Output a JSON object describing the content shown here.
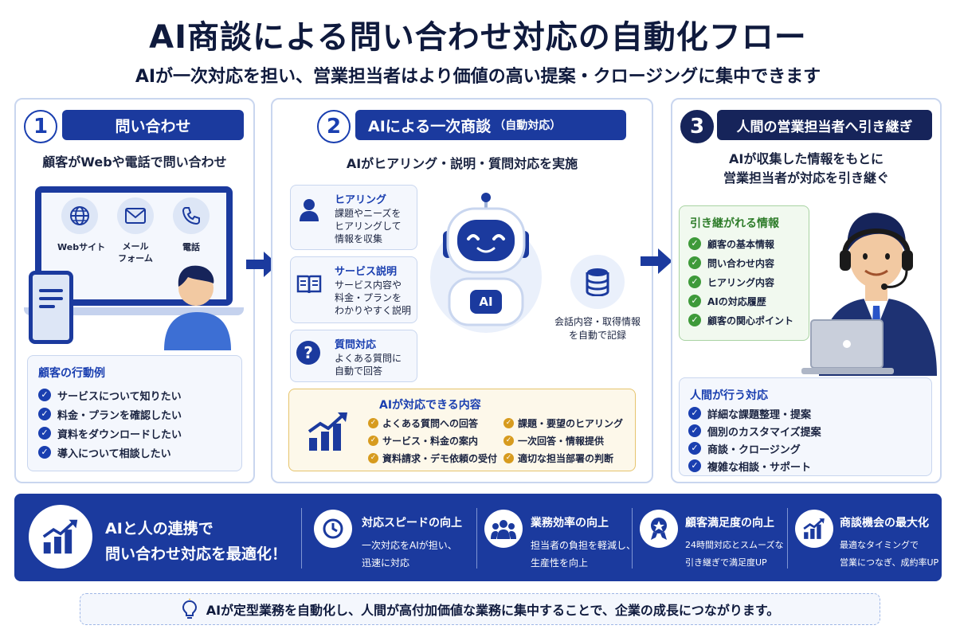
{
  "title": "AI商談による問い合わせ対応の自動化フロー",
  "subtitle": "AIが一次対応を担い、営業担当者はより価値の高い提案・クロージングに集中できます",
  "step1": {
    "num": "1",
    "header": "問い合わせ",
    "lead": "顧客がWebや電話で問い合わせ",
    "channels": [
      "Webサイト",
      "メール\nフォーム",
      "電話"
    ],
    "behavior_title": "顧客の行動例",
    "behavior_items": [
      "サービスについて知りたい",
      "料金・プランを確認したい",
      "資料をダウンロードしたい",
      "導入について相談したい"
    ]
  },
  "step2": {
    "num": "2",
    "header": "AIによる一次商談",
    "header_sub": "（自動対応）",
    "lead": "AIがヒアリング・説明・質問対応を実施",
    "cards": [
      {
        "title": "ヒアリング",
        "text": "課題やニーズを\nヒアリングして\n情報を収集",
        "icon": "person-icon"
      },
      {
        "title": "サービス説明",
        "text": "サービス内容や\n料金・プランを\nわかりやすく説明",
        "icon": "book-icon"
      },
      {
        "title": "質問対応",
        "text": "よくある質問に\n自動で回答",
        "icon": "question-icon"
      }
    ],
    "robot_label": "AI",
    "record_text": "会話内容・取得情報\nを自動で記録",
    "capability_title": "AIが対応できる内容",
    "capabilities_left": [
      "よくある質問への回答",
      "サービス・料金の案内",
      "資料請求・デモ依頼の受付"
    ],
    "capabilities_right": [
      "課題・要望のヒアリング",
      "一次回答・情報提供",
      "適切な担当部署の判断"
    ]
  },
  "step3": {
    "num": "3",
    "header": "人間の営業担当者へ引き継ぎ",
    "lead": "AIが収集した情報をもとに\n営業担当者が対応を引き継ぐ",
    "handover_title": "引き継がれる情報",
    "handover_items": [
      "顧客の基本情報",
      "問い合わせ内容",
      "ヒアリング内容",
      "AIの対応履歴",
      "顧客の関心ポイント"
    ],
    "human_title": "人間が行う対応",
    "human_items": [
      "詳細な課題整理・提案",
      "個別のカスタマイズ提案",
      "商談・クロージング",
      "複雑な相談・サポート"
    ]
  },
  "banner": {
    "main_text": "AIと人の連携で\n問い合わせ対応を最適化！",
    "benefits": [
      {
        "title": "対応スピードの向上",
        "text": "一次対応をAIが担い、\n迅速に対応",
        "icon": "clock-icon"
      },
      {
        "title": "業務効率の向上",
        "text": "担当者の負担を軽減し、\n生産性を向上",
        "icon": "team-icon"
      },
      {
        "title": "顧客満足度の向上",
        "text": "24時間対応とスムーズな\n引き継ぎで満足度UP",
        "icon": "award-icon"
      },
      {
        "title": "商談機会の最大化",
        "text": "最適なタイミングで\n営業につなぎ、成約率UP",
        "icon": "growth-icon"
      }
    ]
  },
  "footer": "AIが定型業務を自動化し、人間が高付加価値な業務に集中することで、企業の成長につながります。",
  "colors": {
    "primary": "#1b3a9e",
    "accent_dark": "#16245a",
    "green": "#3e9a3a",
    "gold": "#d79b1e",
    "light_bg": "#f4f7fd"
  }
}
